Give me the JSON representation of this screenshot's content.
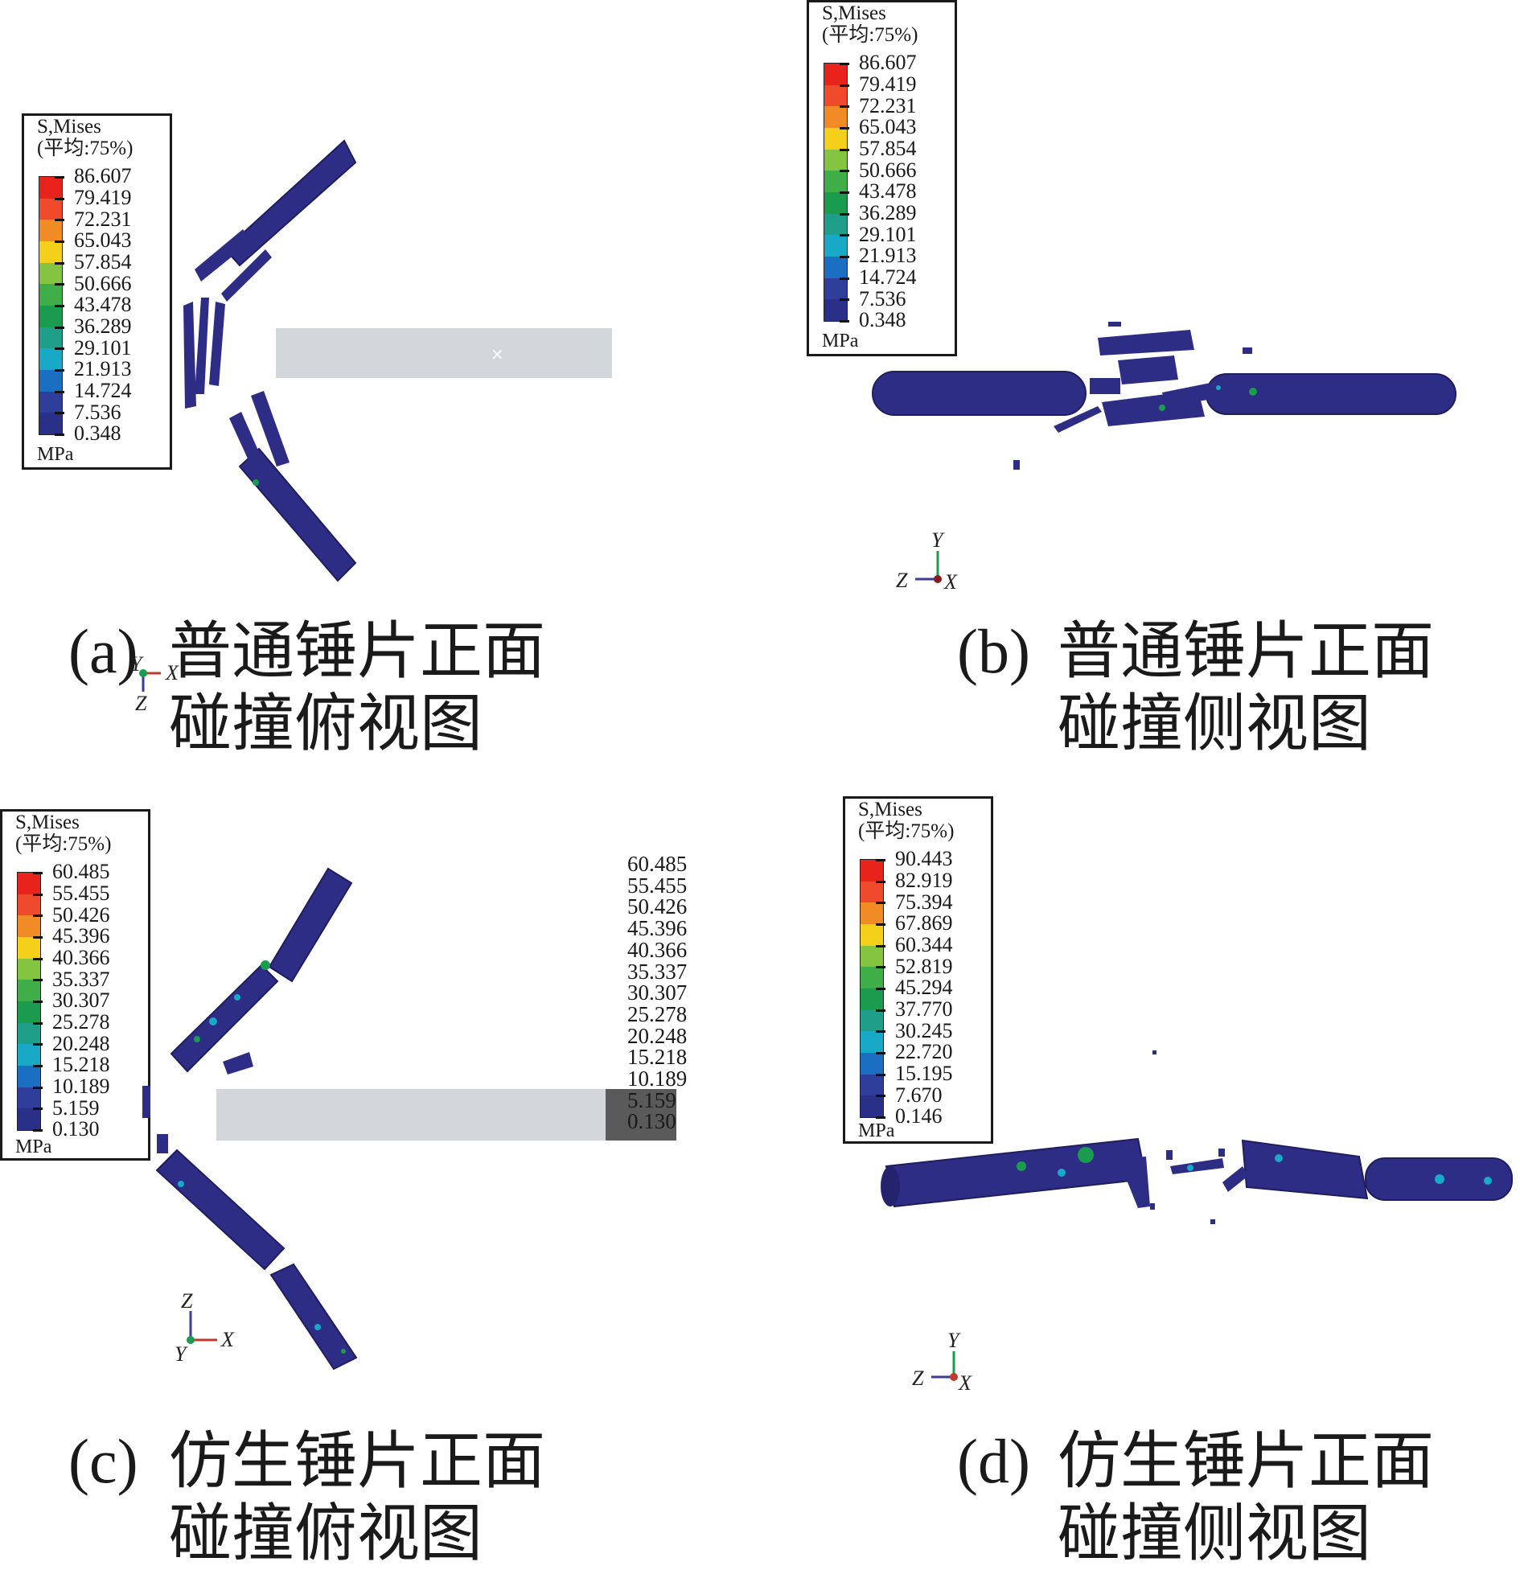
{
  "panels": [
    {
      "id": "a",
      "legend": {
        "title": "S,Mises",
        "subtitle": "(平均:75%)",
        "values": [
          "86.607",
          "79.419",
          "72.231",
          "65.043",
          "57.854",
          "50.666",
          "43.478",
          "36.289",
          "29.101",
          "21.913",
          "14.724",
          "7.536",
          "0.348"
        ],
        "unit": "MPa"
      },
      "axes": {
        "labels": [
          "Y",
          "X",
          "Z"
        ]
      },
      "caption": {
        "label": "(a)",
        "line1": "普通锤片正面",
        "line2": "碰撞俯视图"
      }
    },
    {
      "id": "b",
      "legend": {
        "title": "S,Mises",
        "subtitle": "(平均:75%)",
        "values": [
          "86.607",
          "79.419",
          "72.231",
          "65.043",
          "57.854",
          "50.666",
          "43.478",
          "36.289",
          "29.101",
          "21.913",
          "14.724",
          "7.536",
          "0.348"
        ],
        "unit": "MPa"
      },
      "axes": {
        "labels": [
          "Y",
          "Z",
          "X"
        ]
      },
      "caption": {
        "label": "(b)",
        "line1": "普通锤片正面",
        "line2": "碰撞侧视图"
      }
    },
    {
      "id": "c",
      "legend": {
        "title": "S,Mises",
        "subtitle": "(平均:75%)",
        "values": [
          "60.485",
          "55.455",
          "50.426",
          "45.396",
          "40.366",
          "35.337",
          "30.307",
          "25.278",
          "20.248",
          "15.218",
          "10.189",
          "5.159",
          "0.130"
        ],
        "unit": "MPa"
      },
      "side_scale": [
        "60.485",
        "55.455",
        "50.426",
        "45.396",
        "40.366",
        "35.337",
        "30.307",
        "25.278",
        "20.248",
        "15.218",
        "10.189",
        "5.159",
        "0.130"
      ],
      "axes": {
        "labels": [
          "Z",
          "X",
          "Y"
        ]
      },
      "caption": {
        "label": "(c)",
        "line1": "仿生锤片正面",
        "line2": "碰撞俯视图"
      }
    },
    {
      "id": "d",
      "legend": {
        "title": "S,Mises",
        "subtitle": "(平均:75%)",
        "values": [
          "90.443",
          "82.919",
          "75.394",
          "67.869",
          "60.344",
          "52.819",
          "45.294",
          "37.770",
          "30.245",
          "22.720",
          "15.195",
          "7.670",
          "0.146"
        ],
        "unit": "MPa"
      },
      "axes": {
        "labels": [
          "Y",
          "Z",
          "X"
        ]
      },
      "caption": {
        "label": "(d)",
        "line1": "仿生锤片正面",
        "line2": "碰撞侧视图"
      }
    }
  ],
  "colors": {
    "scale": [
      "#e8231c",
      "#ef4a2c",
      "#f08b25",
      "#f4d01b",
      "#84c441",
      "#3fae49",
      "#1a9b4e",
      "#1f9e8a",
      "#18a9c6",
      "#1a6fc2",
      "#2f3e9b",
      "#2a2f87"
    ],
    "part": "#2e2d86",
    "part_dark": "#1f1d5e",
    "rigid": "#d3d6da"
  }
}
